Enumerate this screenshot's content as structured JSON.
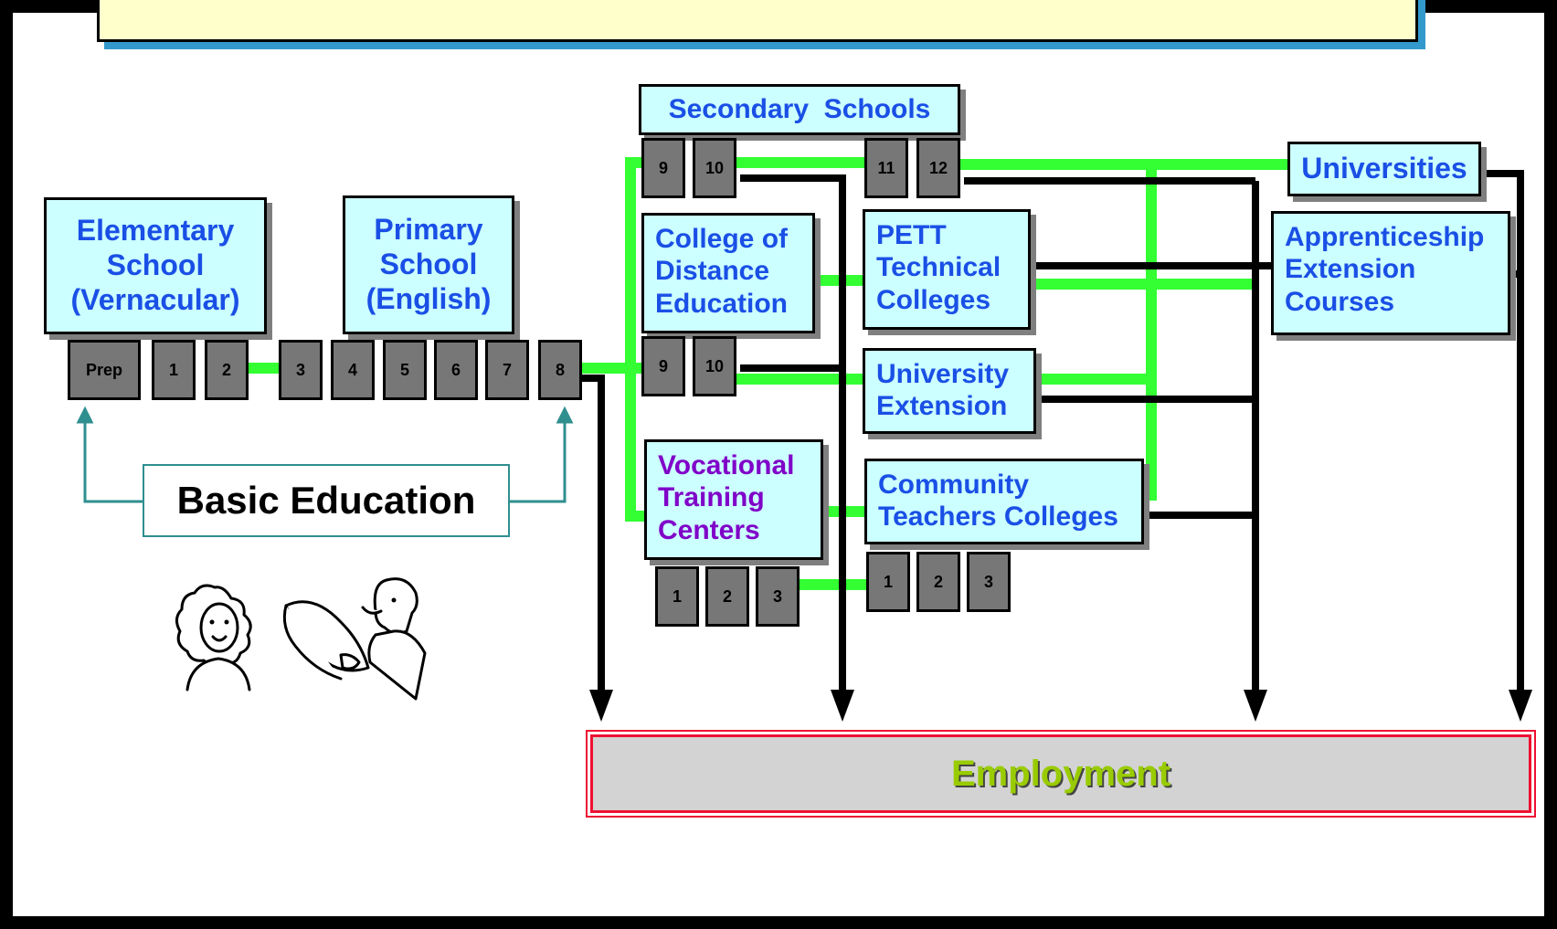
{
  "boxes": {
    "elementary": "Elementary School (Vernacular)",
    "primary": "Primary School (English)",
    "secondary": "Secondary  Schools",
    "universities": "Universities",
    "distance": "College of Distance Education",
    "pett": "PETT Technical Colleges",
    "apprenticeship": "Apprenticeship Extension Courses",
    "univ_ext": "University Extension",
    "vocational": "Vocational Training Centers",
    "community": "Community Teachers Colleges"
  },
  "grades": {
    "basic": [
      "Prep",
      "1",
      "2",
      "3",
      "4",
      "5",
      "6",
      "7",
      "8"
    ],
    "secondary_lower": [
      "9",
      "10"
    ],
    "secondary_upper": [
      "11",
      "12"
    ],
    "distance": [
      "9",
      "10"
    ],
    "vocational": [
      "1",
      "2",
      "3"
    ],
    "community": [
      "1",
      "2",
      "3"
    ]
  },
  "basic_education": "Basic Education",
  "employment": "Employment",
  "colors": {
    "box_fill": "#ccffff",
    "box_text": "#1a4fe6",
    "vocational_text": "#8000c8",
    "green_path": "#33ff33",
    "grade_fill": "#777777",
    "employment_text": "#99cc00",
    "employment_border": "#ee1133",
    "arrow_teal": "#2f8f8f"
  }
}
